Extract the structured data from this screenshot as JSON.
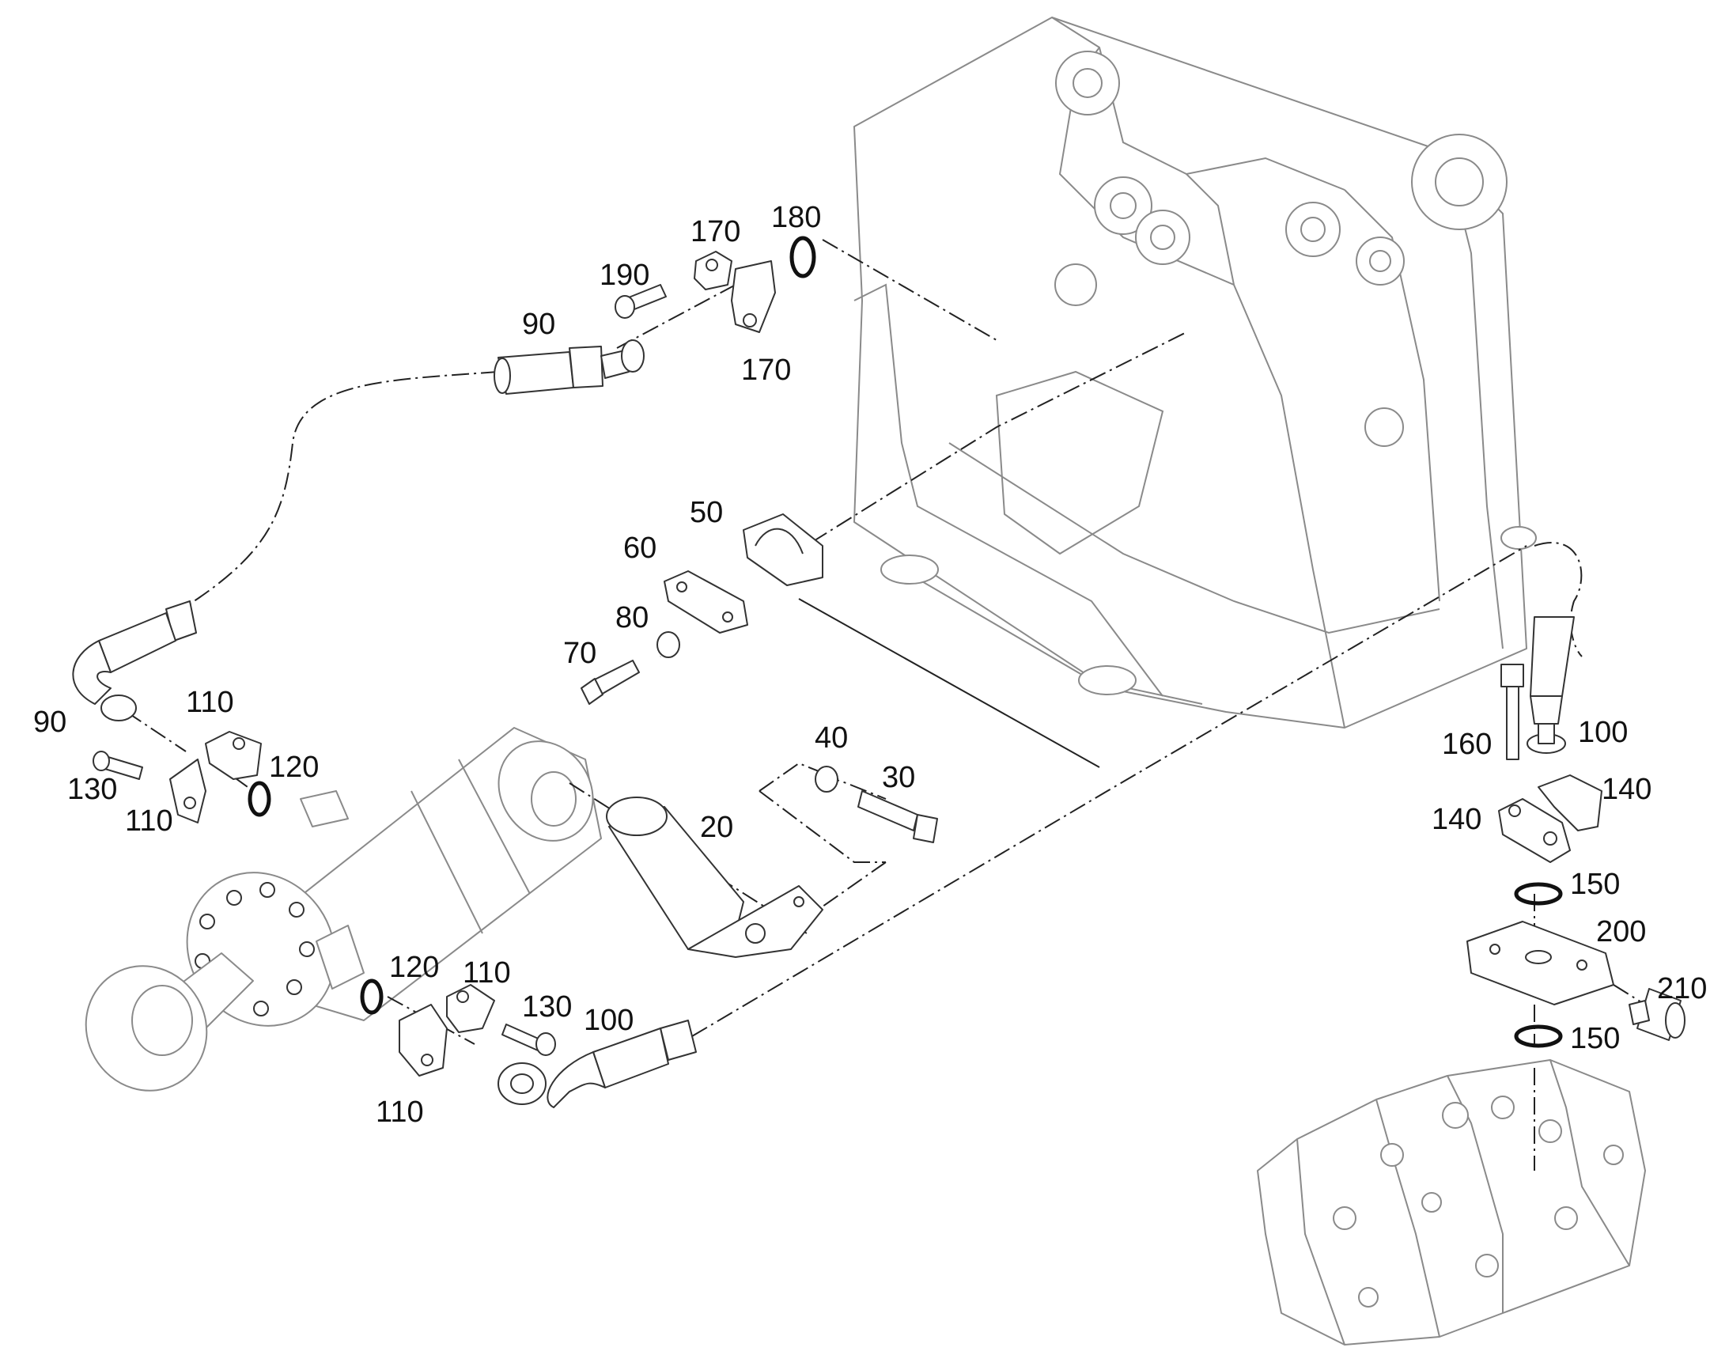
{
  "callouts": [
    {
      "id": "c20",
      "text": "20"
    },
    {
      "id": "c30",
      "text": "30"
    },
    {
      "id": "c40",
      "text": "40"
    },
    {
      "id": "c50",
      "text": "50"
    },
    {
      "id": "c60",
      "text": "60"
    },
    {
      "id": "c70",
      "text": "70"
    },
    {
      "id": "c80",
      "text": "80"
    },
    {
      "id": "c90a",
      "text": "90"
    },
    {
      "id": "c90b",
      "text": "90"
    },
    {
      "id": "c100a",
      "text": "100"
    },
    {
      "id": "c100b",
      "text": "100"
    },
    {
      "id": "c110a",
      "text": "110"
    },
    {
      "id": "c110b",
      "text": "110"
    },
    {
      "id": "c110c",
      "text": "110"
    },
    {
      "id": "c110d",
      "text": "110"
    },
    {
      "id": "c120a",
      "text": "120"
    },
    {
      "id": "c120b",
      "text": "120"
    },
    {
      "id": "c130a",
      "text": "130"
    },
    {
      "id": "c130b",
      "text": "130"
    },
    {
      "id": "c140a",
      "text": "140"
    },
    {
      "id": "c140b",
      "text": "140"
    },
    {
      "id": "c150a",
      "text": "150"
    },
    {
      "id": "c150b",
      "text": "150"
    },
    {
      "id": "c160",
      "text": "160"
    },
    {
      "id": "c170a",
      "text": "170"
    },
    {
      "id": "c170b",
      "text": "170"
    },
    {
      "id": "c180",
      "text": "180"
    },
    {
      "id": "c190",
      "text": "190"
    },
    {
      "id": "c200",
      "text": "200"
    },
    {
      "id": "c210",
      "text": "210"
    }
  ]
}
